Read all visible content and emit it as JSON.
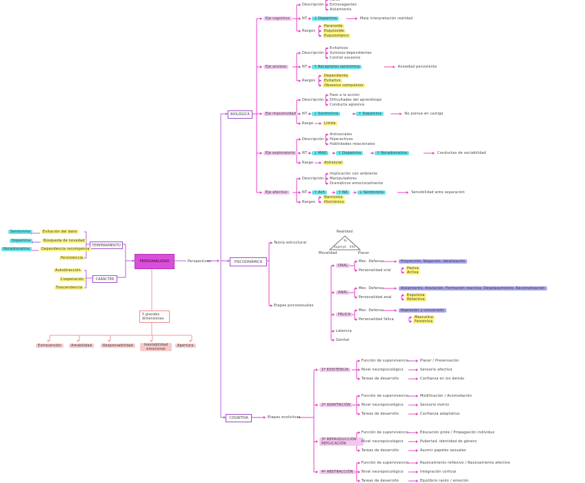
{
  "center": {
    "title": "PERSONALIDAD",
    "edge_label": "Perspectivas"
  },
  "temperamento": {
    "label": "TEMPERAMENTO",
    "items": [
      {
        "text": "Evitación del daño",
        "nt": "Serotonina"
      },
      {
        "text": "Búsqueda de novedad",
        "nt": "Dopamina"
      },
      {
        "text": "Dependencia recompensa",
        "nt": "Noradrenalina"
      },
      {
        "text": "Persistencia",
        "nt": null
      }
    ]
  },
  "caracter": {
    "label": "CARÁCTER",
    "items": [
      "Autodirección",
      "Cooperación",
      "Trascendencia"
    ]
  },
  "cinco_grandes": {
    "label": "5 grandes dimensiones",
    "items": [
      "Extraversión",
      "Amabilidad",
      "Responsabilidad",
      "Inestabilidad emocional",
      "Apertura"
    ]
  },
  "biologica": {
    "label": "BIOLÓGICA",
    "ejes": [
      {
        "name": "Eje cognitivo",
        "descripcion": [
          "Raros",
          "Extravagantes",
          "Aislamiento"
        ],
        "nt": [
          "↓ Dopamina"
        ],
        "result": "Mala interpretación realidad",
        "rasgos": [
          "Paranoide",
          "Esquizoide",
          "Esquizotípico"
        ]
      },
      {
        "name": "Eje ansioso",
        "descripcion": [
          "Evitativos",
          "Sumisos-dependientes",
          "Control excesivo"
        ],
        "nt": [
          "↑ Receptores serotonina"
        ],
        "result": "Ansiedad persistente",
        "rasgos": [
          "Dependiente",
          "Evitativo",
          "Obsesivo compulsivo"
        ]
      },
      {
        "name": "Eje impulsividad",
        "descripcion": [
          "Paso a la acción",
          "Dificultades del aprendizaje",
          "Conducta agresiva"
        ],
        "nt": [
          "↓ Serotonina",
          "↑ Dopamina"
        ],
        "result": "No piensa en castigo",
        "rasgos": [
          "Límite"
        ]
      },
      {
        "name": "Eje exploratorio",
        "descripcion": [
          "Antisociales",
          "Hiperactivos",
          "Habilidades relacionales"
        ],
        "nt": [
          "↓ MAO",
          "↑ Dopamina",
          "↑ Noradrenalina"
        ],
        "result": "Conductas de sociabilidad",
        "rasgos": [
          "Antisocial"
        ]
      },
      {
        "name": "Eje afectivo",
        "descripcion": [
          "Implicación con ambiente",
          "Manipuladores",
          "Dramáticos emocionalmente"
        ],
        "nt": [
          "↑ Ach",
          "↑ NA",
          "↓ Serotonina"
        ],
        "result": "Sensibilidad ante separación",
        "rasgos": [
          "Narcisista",
          "Histriónico"
        ]
      }
    ]
  },
  "psicodinamica": {
    "label": "PSICODINÁMICA",
    "teoria": "Teoría estructural",
    "triangle": {
      "top": "Realidad",
      "left": "Moralidad",
      "right": "Placer",
      "inner_top": "Yo",
      "inner_left": "Superyó",
      "inner_right": "Ello"
    },
    "etapas_label": "Etapas psicosexuales",
    "etapas": [
      {
        "name": "ORAL",
        "mec_label": "Mec. Defensa",
        "mec": "Proyección, Negación, Idealización",
        "pers_label": "Personalidad oral",
        "pers": [
          "Pasiva",
          "Activa"
        ]
      },
      {
        "name": "ANAL",
        "mec_label": "Mec. Defensa",
        "mec": "Aislamiento, Anulación, Formación reactiva, Desplazamiento, Racionalización",
        "pers_label": "Personalidad anal",
        "pers": [
          "Expulsiva",
          "Retentiva"
        ]
      },
      {
        "name": "FÁLICA",
        "mec_label": "Mec. Defensa",
        "mec": "Represión y conversión",
        "pers_label": "Personalidad fálica",
        "pers": [
          "Masculina",
          "Femenina"
        ]
      },
      {
        "name": "Latencia"
      },
      {
        "name": "Genital"
      }
    ]
  },
  "cognitiva": {
    "label": "COGNITIVA",
    "etapas_label": "Etapas evolutivas",
    "etapas": [
      {
        "name": "1º EXISTENCIA",
        "rows": [
          {
            "k": "Función de supervivencia",
            "v": "Placer / Preservación"
          },
          {
            "k": "Nivel neuropsicológico",
            "v": "Sensorio afectivo"
          },
          {
            "k": "Tareas de desarrollo",
            "v": "Confianza en los demás"
          }
        ]
      },
      {
        "name": "2º ADAPTACIÓN",
        "rows": [
          {
            "k": "Función de supervivencia",
            "v": "Modificación / Acomodación"
          },
          {
            "k": "Nivel neuropsicológico",
            "v": "Sensorio motriz"
          },
          {
            "k": "Tareas de desarrollo",
            "v": "Confianza adaptativa"
          }
        ]
      },
      {
        "name": "3º REPRODUCCIÓN REPLICACIÓN",
        "rows": [
          {
            "k": "Función de supervivencia",
            "v": "Educación prole / Propagación individuo"
          },
          {
            "k": "Nivel neuropsicológico",
            "v": "Pubertad, identidad de género"
          },
          {
            "k": "Tareas de desarrollo",
            "v": "Asumir papeles sexuales"
          }
        ]
      },
      {
        "name": "4º ABSTRACCIÓN",
        "rows": [
          {
            "k": "Función de supervivencia",
            "v": "Razonamiento reflexivo / Razonamiento afectivo"
          },
          {
            "k": "Nivel neuropsicológico",
            "v": "Integración cortical"
          },
          {
            "k": "Tareas de desarrollo",
            "v": "Equilibrio razón / emoción"
          }
        ]
      }
    ]
  },
  "labels": {
    "descripcion": "Descripción",
    "nt": "NT",
    "rasgos": "Rasgos",
    "rasgo": "Rasgo"
  }
}
